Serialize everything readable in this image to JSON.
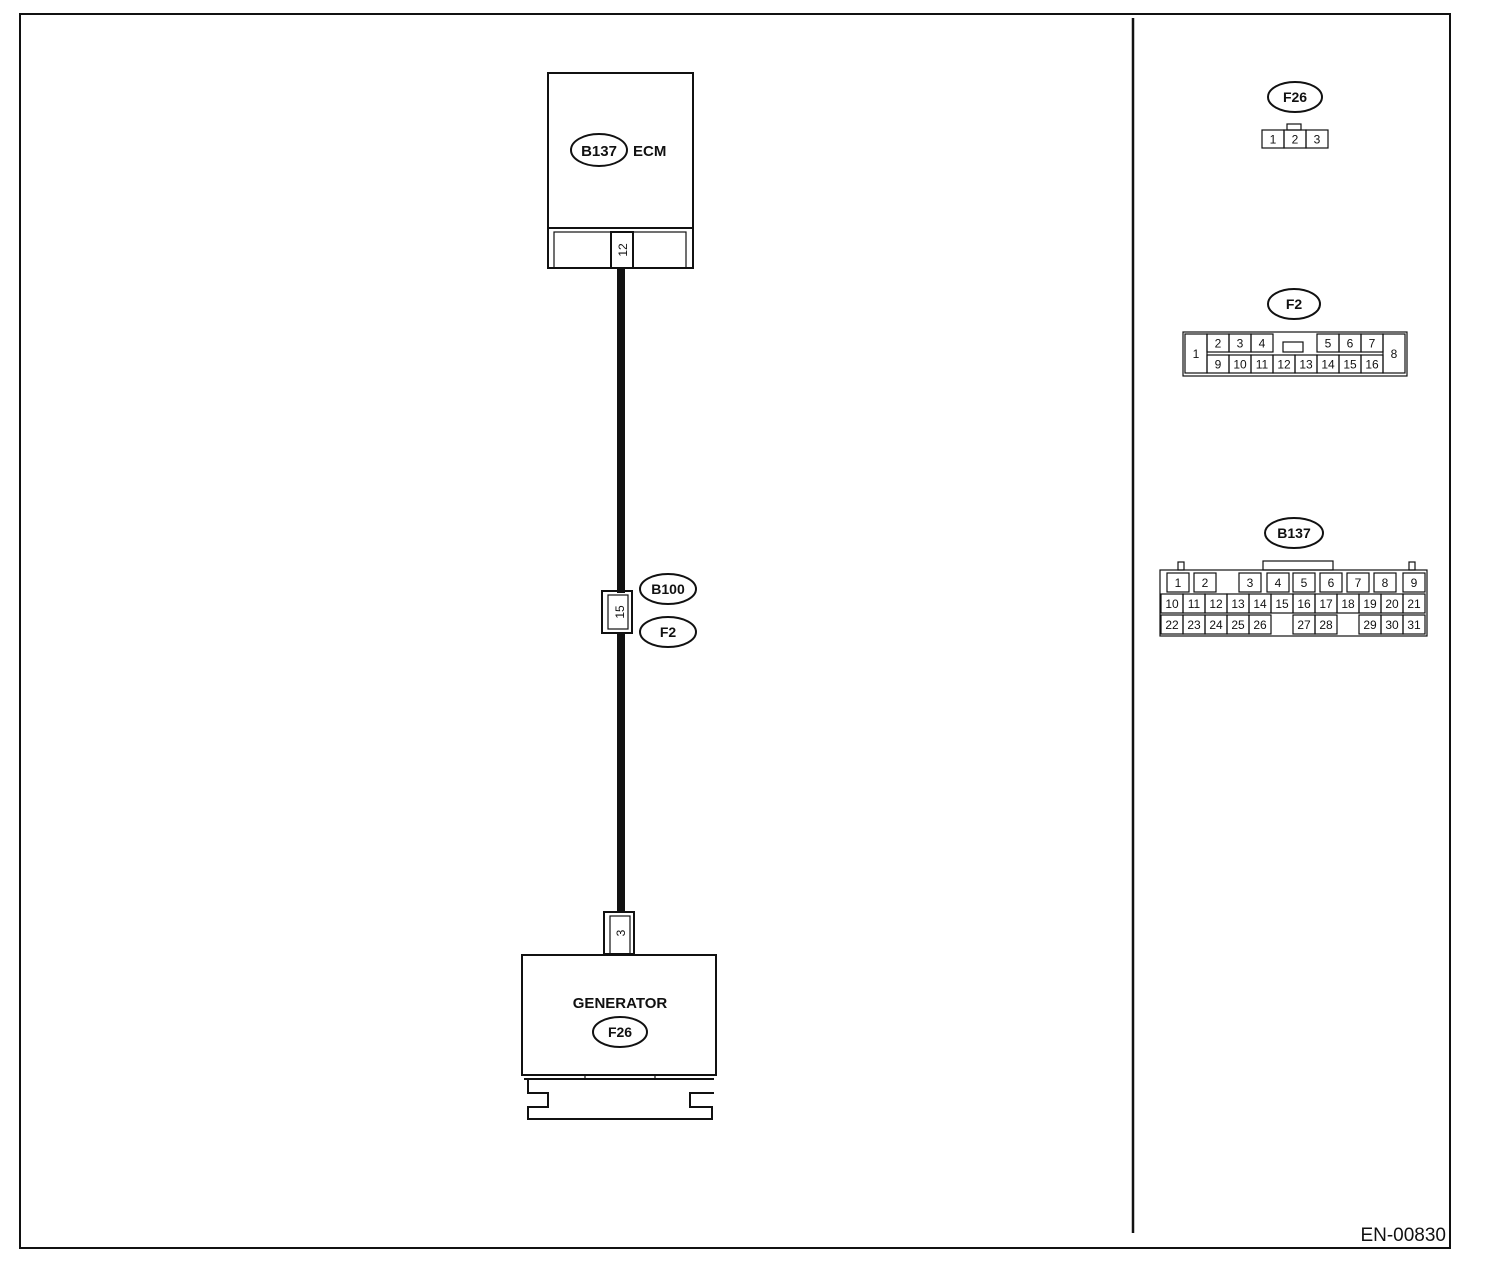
{
  "ecm": {
    "connector": "B137",
    "label": "ECM",
    "pin": "12"
  },
  "joint": {
    "connector_a": "B100",
    "connector_b": "F2",
    "pin": "15"
  },
  "generator": {
    "label": "GENERATOR",
    "connector": "F26",
    "pin": "3"
  },
  "figure_id": "EN-00830",
  "connector_views": [
    {
      "name": "F26",
      "pins": [
        "1",
        "2",
        "3"
      ]
    },
    {
      "name": "F2",
      "pins": [
        "1",
        "2",
        "3",
        "4",
        "5",
        "6",
        "7",
        "8",
        "9",
        "10",
        "11",
        "12",
        "13",
        "14",
        "15",
        "16"
      ]
    },
    {
      "name": "B137",
      "pins": [
        "1",
        "2",
        "3",
        "4",
        "5",
        "6",
        "7",
        "8",
        "9",
        "10",
        "11",
        "12",
        "13",
        "14",
        "15",
        "16",
        "17",
        "18",
        "19",
        "20",
        "21",
        "22",
        "23",
        "24",
        "25",
        "26",
        "27",
        "28",
        "29",
        "30",
        "31"
      ]
    }
  ]
}
